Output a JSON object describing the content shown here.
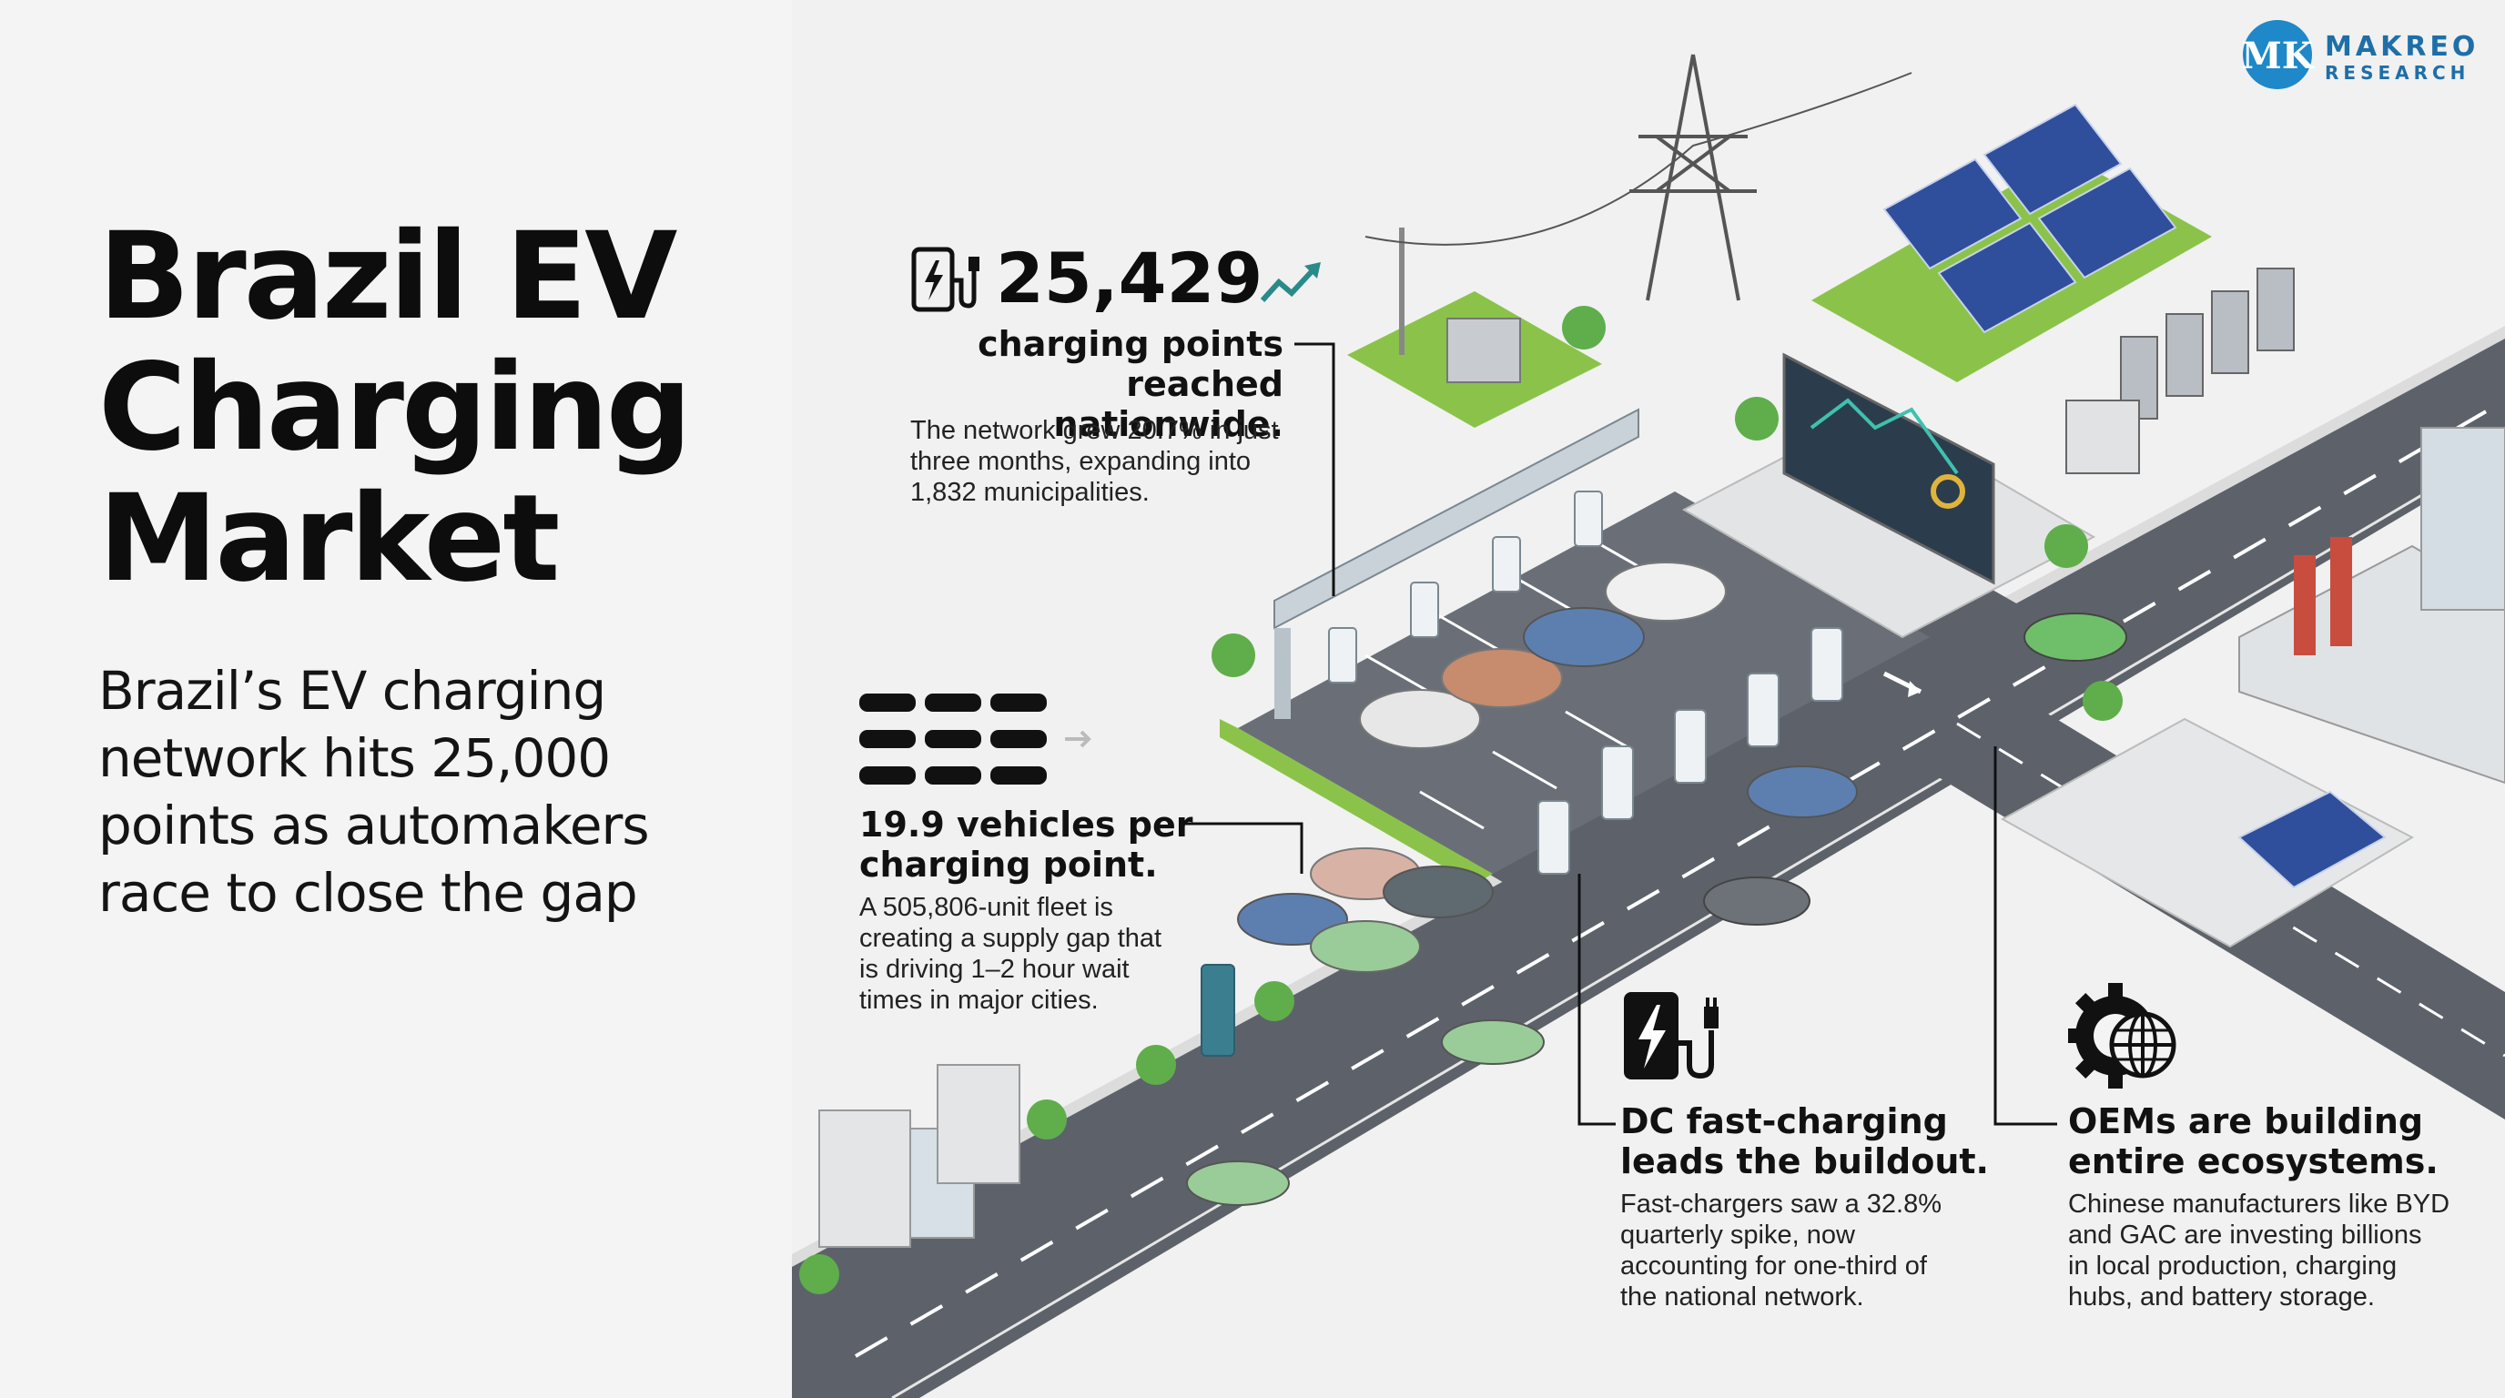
{
  "title": [
    "Brazil EV",
    "Charging",
    "Market"
  ],
  "subtitle": [
    "Brazil’s EV charging",
    "network hits 25,000",
    "points as automakers",
    "race to close the gap"
  ],
  "logo": {
    "mark": "MK",
    "line1": "MAKREO",
    "line2": "RESEARCH",
    "color": "#1e88c8"
  },
  "stats": {
    "charging_points": {
      "icon": "charging-station-icon",
      "value": "25,429",
      "trend_icon": "trend-up-icon",
      "heading": [
        "charging points",
        "reached nationwide."
      ],
      "body": [
        "The network grew 20.7% in just",
        "three months, expanding into",
        "1,832 municipalities."
      ]
    },
    "vehicles_per_point": {
      "icon": "cars-grid-icon",
      "heading": [
        "19.9 vehicles per",
        "charging point."
      ],
      "body": [
        "A 505,806-unit fleet is",
        "creating a supply gap that",
        "is driving 1–2 hour wait",
        "times in major cities."
      ]
    },
    "dc_fast": {
      "icon": "fast-charger-icon",
      "heading": [
        "DC fast-charging",
        "leads the buildout."
      ],
      "body": [
        "Fast-chargers saw a 32.8%",
        "quarterly spike, now",
        "accounting for one-third of",
        "the national network."
      ]
    },
    "oems": {
      "icon": "gear-globe-icon",
      "heading": [
        "OEMs are building",
        "entire ecosystems."
      ],
      "body": [
        "Chinese manufacturers like BYD",
        "and GAC are investing billions",
        "in local production, charging",
        "hubs, and battery storage."
      ]
    }
  },
  "colors": {
    "road": "#5b6068",
    "grass": "#8cc84b",
    "solar": "#2f4f9c",
    "accent": "#2a8a8a",
    "line": "#111111"
  }
}
